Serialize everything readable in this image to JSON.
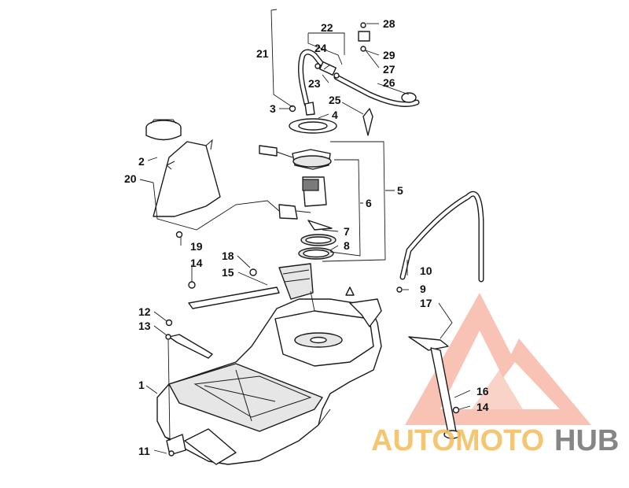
{
  "diagram": {
    "callouts": {
      "c1": "1",
      "c2": "2",
      "c3": "3",
      "c4": "4",
      "c5": "5",
      "c6": "6",
      "c7": "7",
      "c8": "8",
      "c9": "9",
      "c10": "10",
      "c11": "11",
      "c12": "12",
      "c13": "13",
      "c14a": "14",
      "c14b": "14",
      "c15": "15",
      "c16": "16",
      "c17": "17",
      "c18": "18",
      "c19": "19",
      "c20": "20",
      "c21": "21",
      "c22": "22",
      "c23": "23",
      "c24": "24",
      "c25": "25",
      "c26": "26",
      "c27": "27",
      "c28": "28",
      "c29": "29"
    }
  },
  "watermark": {
    "part1": "AUTOMOTO",
    "part2": "HUB",
    "color_primary": "#f08a6c",
    "color_secondary": "#f5c063",
    "color_dark": "#7a7a7a"
  }
}
